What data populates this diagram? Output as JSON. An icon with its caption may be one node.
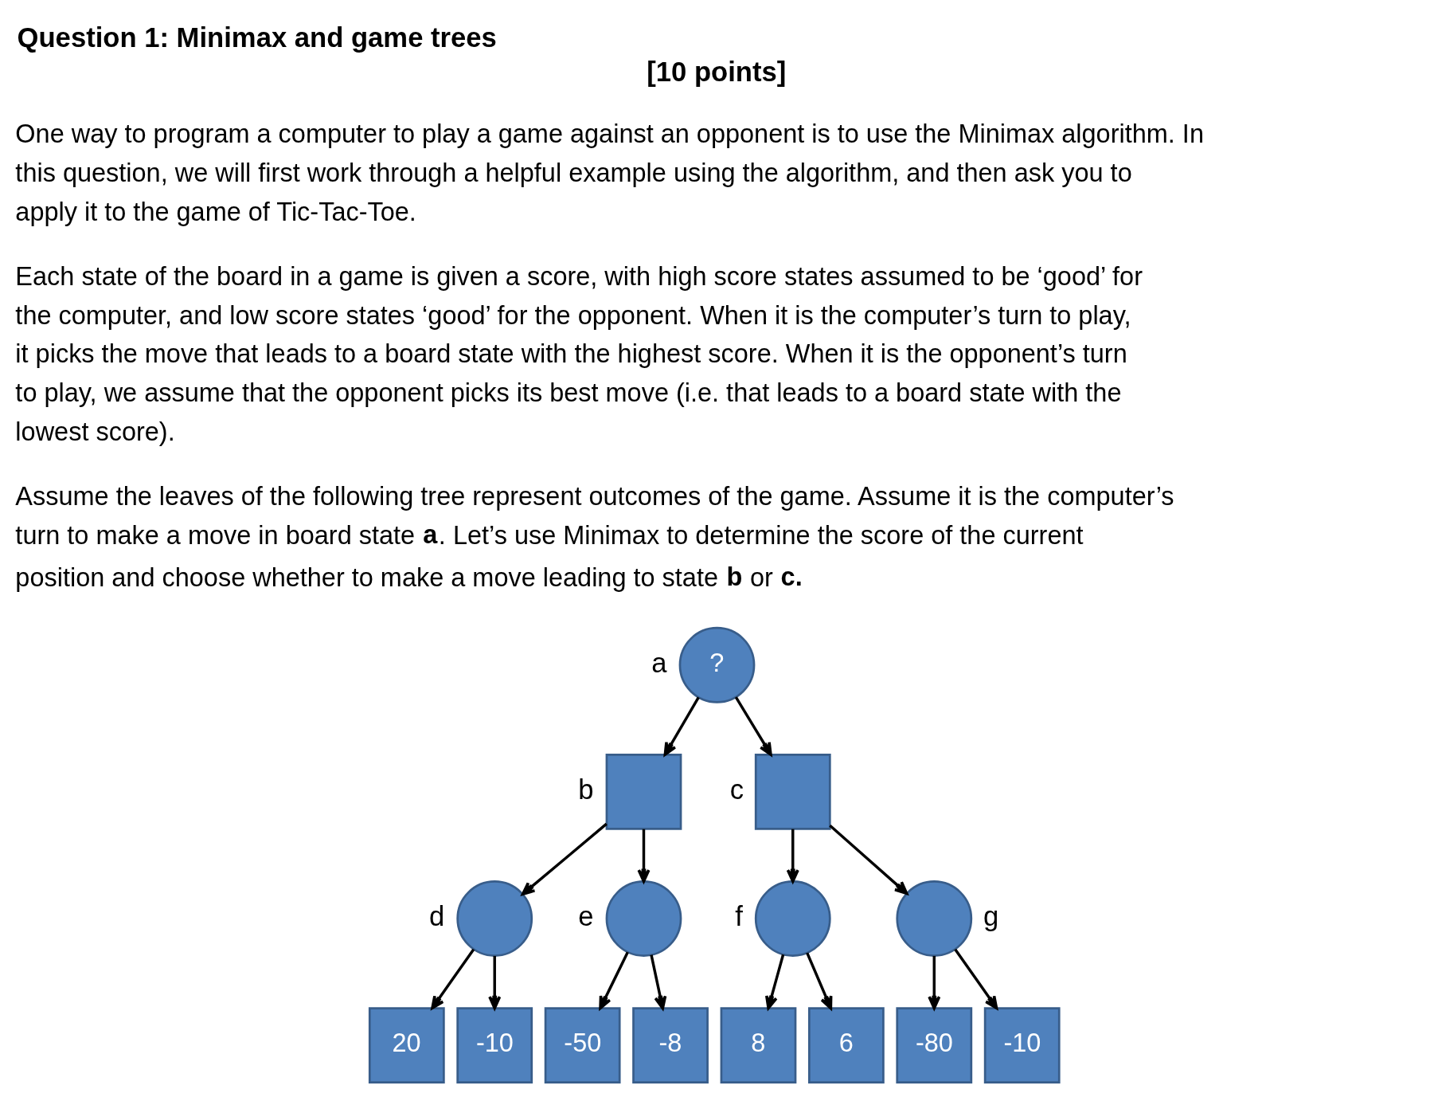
{
  "diagram": {
    "title": "Question 1: Minimax and game trees",
    "nodes": [
      {
        "text": [
          "?"
        ],
        "beside": [
          "a"
        ]
      },
      {
        "text": [],
        "shape": "box",
        "beside": [
          "b"
        ]
      },
      {
        "text": [],
        "shape": "box",
        "beside": [
          "c"
        ]
      },
      {
        "text": [],
        "shape": "circle",
        "beside": [
          "d"
        ]
      },
      {
        "text": [],
        "shape": "circle",
        "beside": [
          "e"
        ]
      },
      {
        "text": [],
        "shape": "circle",
        "beside": [
          "f"
        ]
      },
      {
        "text": [],
        "shape": "circle",
        "beside": [
          "g"
        ]
      },
      {
        "text": [
          "20"
        ]
      },
      {
        "text": [
          "-10"
        ]
      },
      {
        "text": [
          "-50"
        ]
      },
      {
        "text": [
          "-8"
        ]
      },
      {
        "text": [
          "8"
        ]
      },
      {
        "text": [
          "6"
        ]
      },
      {
        "text": [
          "-80"
        ]
      },
      {
        "text": [
          "-10"
        ]
      }
    ],
    "edges": [
      {
        "from": 0,
        "to": 1,
        "arrow": "to"
      },
      {
        "from": 0,
        "to": 2,
        "arrow": "to"
      },
      {
        "from": 1,
        "to": 3,
        "arrow": "to"
      },
      {
        "from": 1,
        "to": 4,
        "arrow": "to"
      },
      {
        "from": 2,
        "to": 5,
        "arrow": "to"
      },
      {
        "from": 2,
        "to": 6,
        "arrow": "to"
      },
      {
        "from": 3,
        "to": 7,
        "arrow": "to"
      },
      {
        "from": 3,
        "to": 8,
        "arrow": "to"
      },
      {
        "from": 4,
        "to": 9,
        "arrow": "to"
      },
      {
        "from": 4,
        "to": 10,
        "arrow": "to"
      },
      {
        "from": 5,
        "to": 11,
        "arrow": "to"
      },
      {
        "from": 5,
        "to": 12,
        "arrow": "to"
      },
      {
        "from": 6,
        "to": 13,
        "arrow": "to"
      },
      {
        "from": 6,
        "to": 14,
        "arrow": "to"
      }
    ],
    "labels": [
      "[10 points]",
      "One way to program a computer to play a game against an opponent is to use the Minimax algorithm. In this question, we will first work through a helpful example using the algorithm, and then ask you to apply it to the game of Tic-Tac-Toe.",
      "Each state of the board in a game is given a score, with high score states assumed to be ‘good’ for the computer, and low score states ‘good’ for the opponent. When it is the computer’s turn to play, it picks the move that leads to a board state with the highest score. When it is the opponent’s turn to play, we assume that the opponent picks its best move (i.e. that leads to a board state with the lowest score).",
      "Assume the leaves of the following tree represent outcomes of the game. Assume it is the computer’s turn to make a move in board state **a**. Let’s use Minimax to determine the score of the current position and choose whether to make a move leading to state **b** or **c.**"
    ]
  }
}
